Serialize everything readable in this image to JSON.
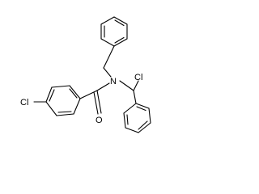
{
  "molecule": {
    "atoms": {
      "chlorine_left": "Cl",
      "chlorine_right": "Cl",
      "nitrogen": "N",
      "oxygen": "O"
    }
  }
}
